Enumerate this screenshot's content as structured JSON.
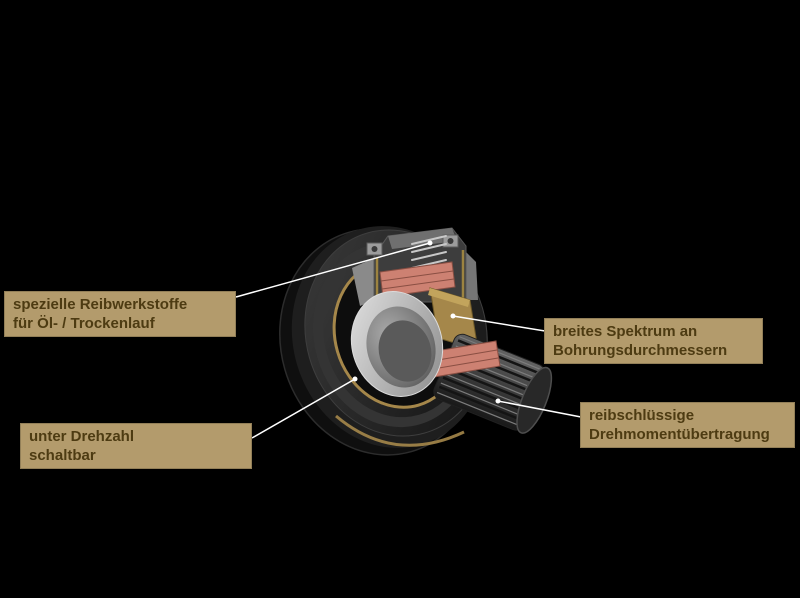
{
  "colors": {
    "background": "#000000",
    "label_bg": "#b39b6c",
    "label_text": "#4d3b12",
    "leader": "#ffffff",
    "brass": "#a5874a",
    "friction": "#cd8172",
    "body_dark": "#1e1e1e",
    "body_mid": "#3a3a3a",
    "bore_light": "#c6c6c6"
  },
  "labels": {
    "friction_materials": {
      "line1": "spezielle Reibwerkstoffe",
      "line2": "für Öl- / Trockenlauf"
    },
    "speed_switchable": {
      "line1": "unter Drehzahl",
      "line2": "schaltbar"
    },
    "bore_diameters": {
      "line1": "breites Spektrum an",
      "line2": "Bohrungsdurchmessern"
    },
    "torque_transmission": {
      "line1": "reibschlüssige",
      "line2": "Drehmomentübertragung"
    }
  }
}
